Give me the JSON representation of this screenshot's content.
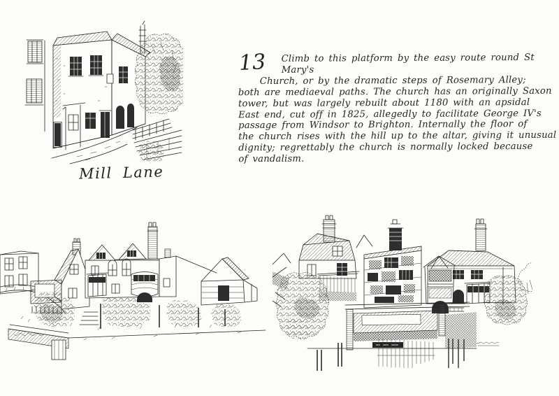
{
  "page": {
    "background": "#fdfdfb",
    "ink": "#262626"
  },
  "entry": {
    "number": "13",
    "lines": [
      "Climb to this platform by the easy route round St Mary's",
      "Church, or by the dramatic steps of Rosemary Alley;",
      "both are mediaeval paths. The church has an originally Saxon",
      "tower, but was largely rebuilt about 1180 with an apsidal",
      "East end, cut off in 1825, allegedly to facilitate George IV's",
      "passage from Windsor to Brighton. Internally the floor of",
      "the church rises with the hill up to the altar, giving it unusual",
      "dignity; regrettably the church is normally locked because",
      "of vandalism."
    ]
  },
  "caption": {
    "mill_lane": "Mill Lane"
  }
}
